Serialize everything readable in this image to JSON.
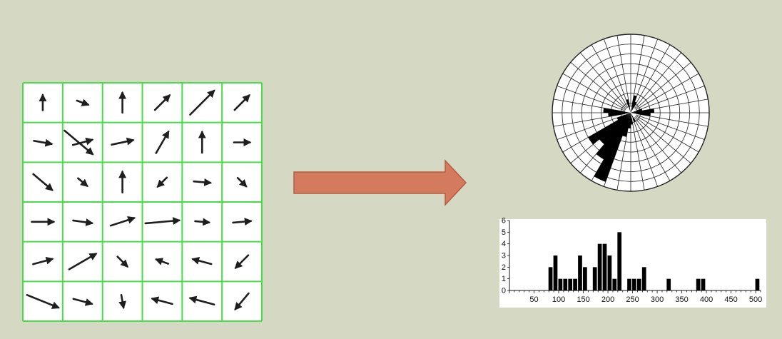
{
  "vector_grid": {
    "rows": 6,
    "cols": 6,
    "grid_color": "#44e044",
    "arrow_color": "#1e1e1e",
    "arrows": [
      {
        "row": 0,
        "col": 0,
        "angle": -90,
        "len": 0.38
      },
      {
        "row": 0,
        "col": 1,
        "angle": 20,
        "len": 0.3
      },
      {
        "row": 0,
        "col": 2,
        "angle": -90,
        "len": 0.5
      },
      {
        "row": 0,
        "col": 3,
        "angle": -45,
        "len": 0.52
      },
      {
        "row": 0,
        "col": 4,
        "angle": -45,
        "len": 0.85
      },
      {
        "row": 0,
        "col": 5,
        "angle": -45,
        "len": 0.52
      },
      {
        "row": 1,
        "col": 1,
        "angle": -15,
        "len": 0.5
      },
      {
        "row": 1,
        "col": 2,
        "angle": -12,
        "len": 0.55
      },
      {
        "row": 1,
        "col": 3,
        "angle": -60,
        "len": 0.62
      },
      {
        "row": 1,
        "col": 4,
        "angle": -90,
        "len": 0.52
      },
      {
        "row": 1,
        "col": 5,
        "angle": 0,
        "len": 0.4
      },
      {
        "row": 1,
        "col": 0,
        "angle": 10,
        "len": 0.45
      },
      {
        "row": 1,
        "col": 0.9,
        "angle": 40,
        "len": 0.92
      },
      {
        "row": 2,
        "col": 0,
        "angle": 40,
        "len": 0.62
      },
      {
        "row": 2,
        "col": 1,
        "angle": 40,
        "len": 0.3
      },
      {
        "row": 2,
        "col": 2,
        "angle": -90,
        "len": 0.52
      },
      {
        "row": 2,
        "col": 3,
        "angle": 135,
        "len": 0.32
      },
      {
        "row": 2,
        "col": 4,
        "angle": 5,
        "len": 0.42
      },
      {
        "row": 2,
        "col": 5,
        "angle": 45,
        "len": 0.3
      },
      {
        "row": 3,
        "col": 0,
        "angle": 0,
        "len": 0.55
      },
      {
        "row": 3,
        "col": 1,
        "angle": 8,
        "len": 0.48
      },
      {
        "row": 3,
        "col": 2,
        "angle": -18,
        "len": 0.62
      },
      {
        "row": 3,
        "col": 3,
        "angle": -5,
        "len": 0.85
      },
      {
        "row": 3,
        "col": 4,
        "angle": 5,
        "len": 0.35
      },
      {
        "row": 3,
        "col": 5,
        "angle": -5,
        "len": 0.45
      },
      {
        "row": 4,
        "col": 0,
        "angle": -15,
        "len": 0.5
      },
      {
        "row": 4,
        "col": 1,
        "angle": -30,
        "len": 0.78
      },
      {
        "row": 4,
        "col": 2,
        "angle": 45,
        "len": 0.35
      },
      {
        "row": 4,
        "col": 3,
        "angle": 200,
        "len": 0.32
      },
      {
        "row": 4,
        "col": 4,
        "angle": 195,
        "len": 0.48
      },
      {
        "row": 4,
        "col": 5,
        "angle": 135,
        "len": 0.45
      },
      {
        "row": 5,
        "col": 0,
        "angle": 22,
        "len": 0.85
      },
      {
        "row": 5,
        "col": 1,
        "angle": 15,
        "len": 0.48
      },
      {
        "row": 5,
        "col": 2,
        "angle": 80,
        "len": 0.32
      },
      {
        "row": 5,
        "col": 3,
        "angle": 195,
        "len": 0.52
      },
      {
        "row": 5,
        "col": 4,
        "angle": 195,
        "len": 0.62
      },
      {
        "row": 5,
        "col": 5,
        "angle": 130,
        "len": 0.52
      }
    ]
  },
  "flow_arrow": {
    "color": "#d47a5e",
    "stroke": "#b65c44"
  },
  "rose_diagram": {
    "sector_degrees": 10,
    "rings": 8,
    "fill_color": "#000000",
    "sectors": [
      {
        "start": 200,
        "end": 210,
        "ring": 7.5
      },
      {
        "start": 210,
        "end": 220,
        "ring": 5.5
      },
      {
        "start": 220,
        "end": 230,
        "ring": 4.2
      },
      {
        "start": 230,
        "end": 240,
        "ring": 5.0
      },
      {
        "start": 190,
        "end": 200,
        "ring": 2.5
      },
      {
        "start": 180,
        "end": 190,
        "ring": 1.6
      },
      {
        "start": 170,
        "end": 180,
        "ring": 1.2
      },
      {
        "start": 260,
        "end": 270,
        "ring": 2.3
      },
      {
        "start": 270,
        "end": 280,
        "ring": 2.8
      },
      {
        "start": 80,
        "end": 90,
        "ring": 2.4
      },
      {
        "start": 90,
        "end": 100,
        "ring": 2.0
      },
      {
        "start": 70,
        "end": 80,
        "ring": 1.2
      },
      {
        "start": 10,
        "end": 20,
        "ring": 1.8
      },
      {
        "start": 20,
        "end": 30,
        "ring": 1.2
      },
      {
        "start": 340,
        "end": 350,
        "ring": 1.4
      },
      {
        "start": 240,
        "end": 250,
        "ring": 1.5
      },
      {
        "start": 150,
        "end": 160,
        "ring": 1.0
      }
    ]
  },
  "chart_data": {
    "type": "bar",
    "x": [
      80,
      90,
      100,
      110,
      120,
      130,
      140,
      150,
      170,
      180,
      190,
      200,
      210,
      220,
      240,
      250,
      260,
      270,
      320,
      380,
      390,
      500
    ],
    "values": [
      2,
      3,
      1,
      1,
      1,
      1,
      3,
      2,
      2,
      4,
      4,
      3,
      1,
      5,
      1,
      1,
      1,
      2,
      1,
      1,
      1,
      1
    ],
    "bar_width": 10,
    "xlim": [
      0,
      510
    ],
    "ylim": [
      0,
      6
    ],
    "xticks": [
      "50",
      "100",
      "150",
      "200",
      "250",
      "300",
      "350",
      "400",
      "450",
      "500"
    ],
    "yticks": [
      "0",
      "1",
      "2",
      "3",
      "4",
      "5",
      "6"
    ],
    "title": "",
    "xlabel": "",
    "ylabel": "",
    "grid": false
  }
}
